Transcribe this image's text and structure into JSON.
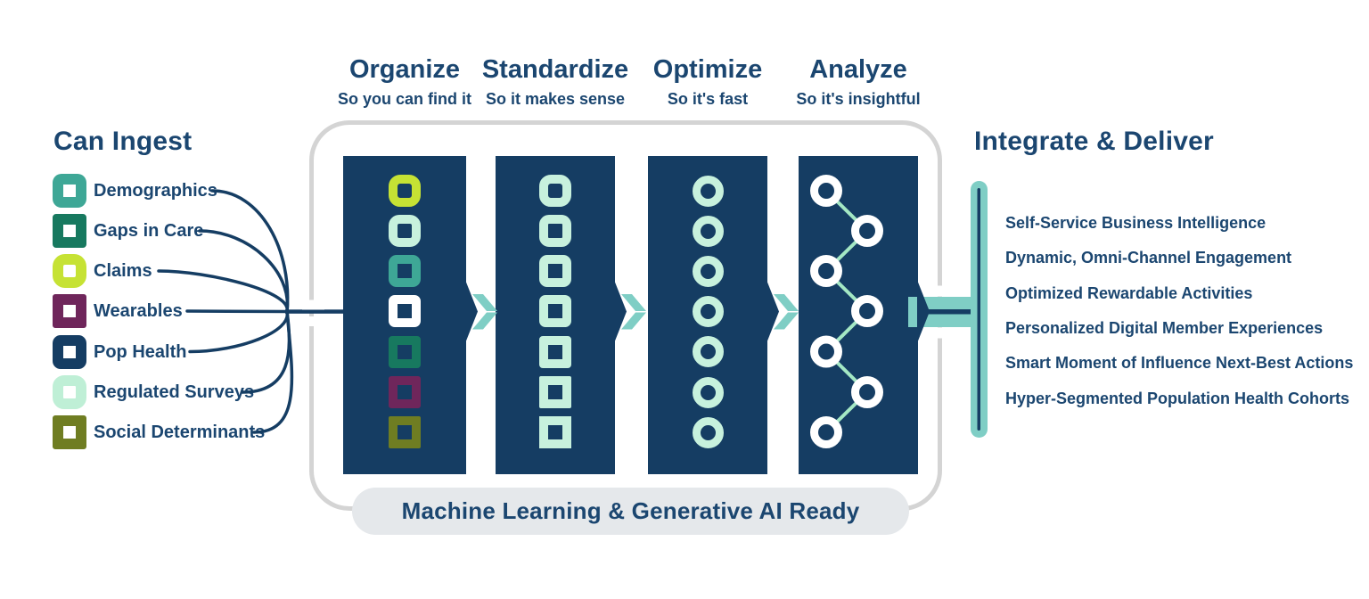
{
  "ingest": {
    "title": "Can Ingest",
    "items": [
      {
        "label": "Demographics",
        "color": "#3EA796",
        "radius": 10
      },
      {
        "label": "Gaps in Care",
        "color": "#17795F",
        "radius": 4
      },
      {
        "label": "Claims",
        "color": "#C6E234",
        "radius": 14
      },
      {
        "label": "Wearables",
        "color": "#6F265B",
        "radius": 3
      },
      {
        "label": "Pop Health",
        "color": "#153D63",
        "radius": 9
      },
      {
        "label": "Regulated Surveys",
        "color": "#BFEFD6",
        "radius": 13
      },
      {
        "label": "Social Determinants",
        "color": "#6F7D22",
        "radius": 3
      }
    ]
  },
  "stages": [
    {
      "title": "Organize",
      "subtitle": "So you can find it",
      "icon_type": "square",
      "icons": [
        {
          "color": "#C6E234",
          "r": 13
        },
        {
          "color": "#C7F1DD",
          "r": 12
        },
        {
          "color": "#3EA796",
          "r": 9
        },
        {
          "color": "#FFFFFF",
          "r": 7
        },
        {
          "color": "#17795F",
          "r": 4
        },
        {
          "color": "#6F265B",
          "r": 3
        },
        {
          "color": "#6F7D22",
          "r": 2
        }
      ]
    },
    {
      "title": "Standardize",
      "subtitle": "So it makes sense",
      "icon_type": "square",
      "icons": [
        {
          "color": "#C7F1DD",
          "r": 13
        },
        {
          "color": "#C7F1DD",
          "r": 11
        },
        {
          "color": "#C7F1DD",
          "r": 9
        },
        {
          "color": "#C7F1DD",
          "r": 7
        },
        {
          "color": "#C7F1DD",
          "r": 4
        },
        {
          "color": "#C7F1DD",
          "r": 2
        },
        {
          "color": "#C7F1DD",
          "r": 0
        }
      ]
    },
    {
      "title": "Optimize",
      "subtitle": "So it's fast",
      "icon_type": "circle",
      "icons": [
        {
          "color": "#C7F1DD"
        },
        {
          "color": "#C7F1DD"
        },
        {
          "color": "#C7F1DD"
        },
        {
          "color": "#C7F1DD"
        },
        {
          "color": "#C7F1DD"
        },
        {
          "color": "#C7F1DD"
        },
        {
          "color": "#C7F1DD"
        }
      ]
    },
    {
      "title": "Analyze",
      "subtitle": "So it's insightful",
      "icon_type": "zigzag",
      "icons": [
        {
          "color": "#FFFFFF"
        },
        {
          "color": "#FFFFFF"
        },
        {
          "color": "#FFFFFF"
        },
        {
          "color": "#FFFFFF"
        },
        {
          "color": "#FFFFFF"
        },
        {
          "color": "#FFFFFF"
        },
        {
          "color": "#FFFFFF"
        }
      ]
    }
  ],
  "deliver": {
    "title": "Integrate & Deliver",
    "items": [
      "Self-Service Business Intelligence",
      "Dynamic, Omni-Channel Engagement",
      "Optimized Rewardable Activities",
      "Personalized Digital Member Experiences",
      "Smart Moment of Influence Next-Best Actions",
      "Hyper-Segmented Population Health Cohorts"
    ]
  },
  "footer": {
    "label": "Machine Learning & Generative AI Ready"
  },
  "colors": {
    "navy": "#153D63",
    "text_navy": "#1B4670",
    "mint": "#C7F1DD",
    "mint_line": "#A4E8C4",
    "teal": "#7FCEC5",
    "container_border": "#D4D4D4",
    "pill_bg": "#E5E8EB",
    "white": "#FFFFFF"
  }
}
